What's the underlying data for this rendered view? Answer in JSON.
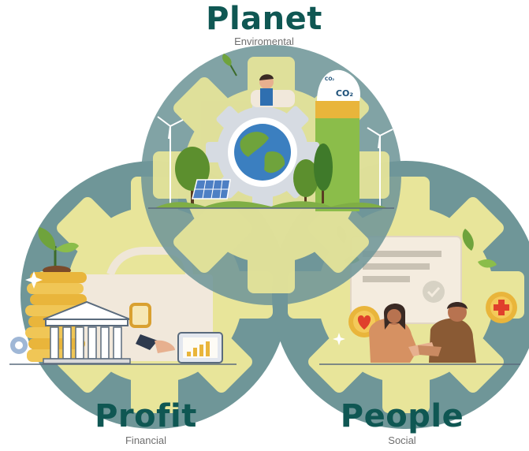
{
  "diagram": {
    "circles": [
      {
        "id": "planet",
        "title": "Planet",
        "subtitle": "Enviromental",
        "icon": "earth-gear-icon"
      },
      {
        "id": "profit",
        "title": "Profit",
        "subtitle": "Financial",
        "icon": "finance-bank-icon"
      },
      {
        "id": "people",
        "title": "People",
        "subtitle": "Social",
        "icon": "handshake-icon"
      }
    ],
    "co2_small": "CO₂",
    "co2_large": "CO₂",
    "colors": {
      "title": "#0f5753",
      "subtitle": "#6f6f6f",
      "circle_fill": "#6f9698",
      "gear_fill": "#e8e59a",
      "accent_green": "#6fa33c",
      "coin_gold": "#e9b53b",
      "skin": "#b87350"
    }
  }
}
